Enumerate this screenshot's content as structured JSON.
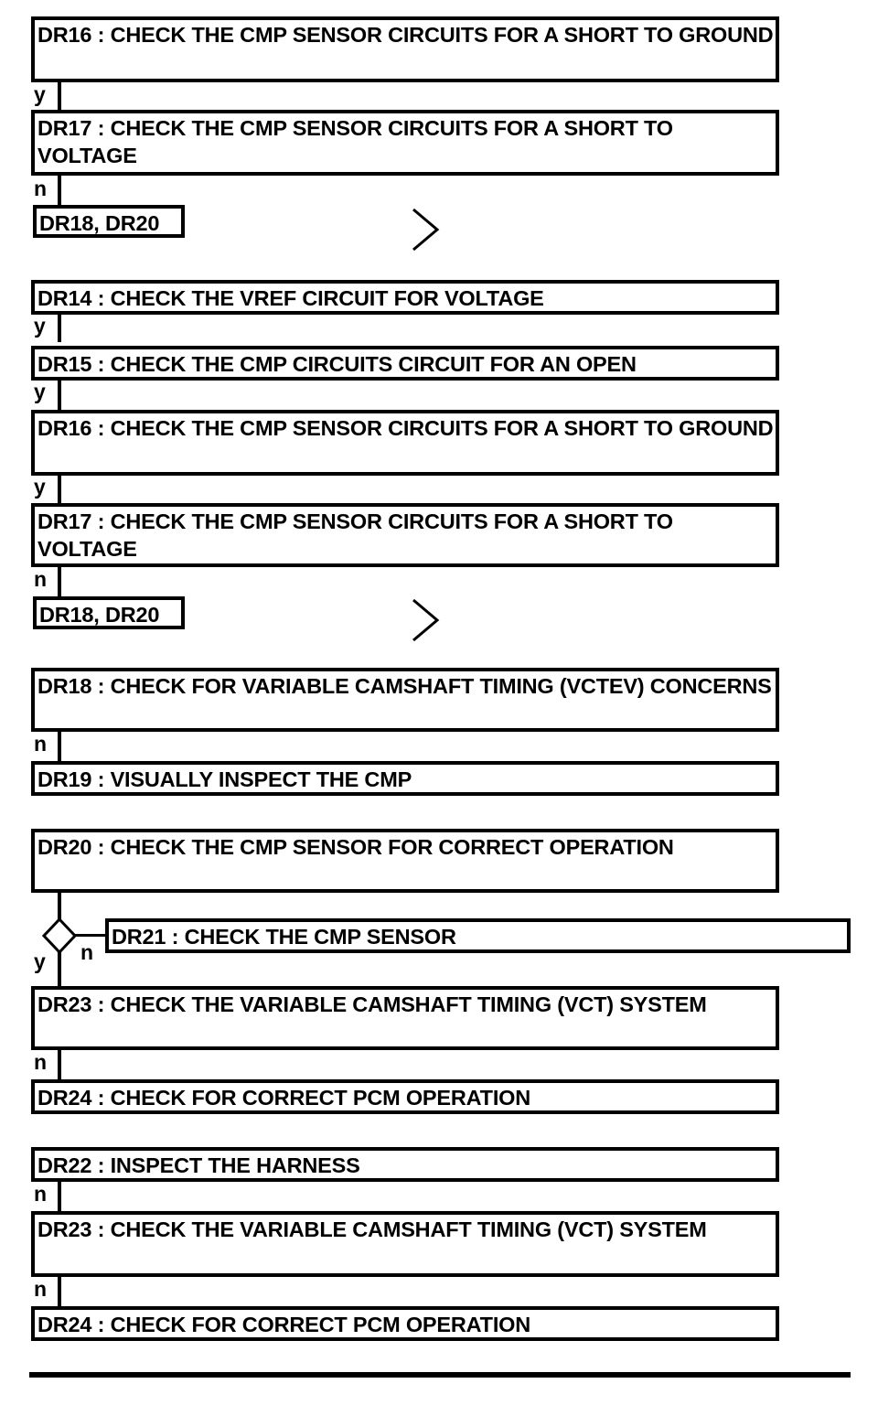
{
  "diagram": {
    "title": "CMP sensor diagnostic flowchart",
    "stroke_color": "#000000",
    "background_color": "#ffffff",
    "groups": [
      {
        "id": "group-1",
        "nodes": [
          {
            "id": "n1",
            "label": "DR16 : CHECK THE CMP SENSOR CIRCUITS FOR A SHORT TO GROUND"
          },
          {
            "id": "n2",
            "label": "DR17 : CHECK THE CMP SENSOR CIRCUITS FOR A SHORT TO VOLTAGE"
          },
          {
            "id": "n3",
            "label": "DR18, DR20"
          }
        ],
        "edge_labels": [
          "y",
          "n"
        ],
        "has_chevron": true
      },
      {
        "id": "group-2",
        "nodes": [
          {
            "id": "n4",
            "label": "DR14 : CHECK THE VREF CIRCUIT FOR VOLTAGE"
          },
          {
            "id": "n5",
            "label": "DR15 : CHECK THE CMP CIRCUITS CIRCUIT FOR AN OPEN"
          },
          {
            "id": "n6",
            "label": "DR16 : CHECK THE CMP SENSOR CIRCUITS FOR A SHORT TO GROUND"
          },
          {
            "id": "n7",
            "label": "DR17 : CHECK THE CMP SENSOR CIRCUITS FOR A SHORT TO VOLTAGE"
          },
          {
            "id": "n8",
            "label": "DR18, DR20"
          }
        ],
        "edge_labels": [
          "y",
          "y",
          "y",
          "n"
        ],
        "has_chevron": true
      },
      {
        "id": "group-3",
        "nodes": [
          {
            "id": "n9",
            "label": "DR18 : CHECK FOR VARIABLE CAMSHAFT TIMING (VCTEV) CONCERNS"
          },
          {
            "id": "n10",
            "label": "DR19 : VISUALLY INSPECT THE CMP"
          }
        ],
        "edge_labels": [
          "n"
        ],
        "has_chevron": false
      },
      {
        "id": "group-4",
        "nodes": [
          {
            "id": "n11",
            "label": "DR20 : CHECK THE CMP SENSOR FOR CORRECT OPERATION"
          },
          {
            "id": "n12",
            "label": "DR21 : CHECK THE CMP SENSOR"
          },
          {
            "id": "n13",
            "label": "DR23 : CHECK THE VARIABLE CAMSHAFT TIMING (VCT) SYSTEM"
          },
          {
            "id": "n14",
            "label": "DR24 : CHECK FOR CORRECT PCM OPERATION"
          }
        ],
        "edge_labels": [
          "y",
          "n",
          "n"
        ],
        "has_decision": true,
        "has_chevron": false
      },
      {
        "id": "group-5",
        "nodes": [
          {
            "id": "n15",
            "label": "DR22 : INSPECT THE HARNESS"
          },
          {
            "id": "n16",
            "label": "DR23 : CHECK THE VARIABLE CAMSHAFT TIMING (VCT) SYSTEM"
          },
          {
            "id": "n17",
            "label": "DR24 : CHECK FOR CORRECT PCM OPERATION"
          }
        ],
        "edge_labels": [
          "n",
          "n"
        ],
        "has_chevron": false
      }
    ],
    "text": {
      "n1": "DR16 : CHECK THE CMP SENSOR CIRCUITS FOR A SHORT TO GROUND",
      "n2": "DR17 : CHECK THE CMP SENSOR CIRCUITS FOR A SHORT TO VOLTAGE",
      "n3": "DR18, DR20",
      "n4": "DR14 : CHECK THE VREF CIRCUIT FOR VOLTAGE",
      "n5": "DR15 : CHECK THE CMP CIRCUITS CIRCUIT FOR AN OPEN",
      "n6": "DR16 : CHECK THE CMP SENSOR CIRCUITS FOR A SHORT TO GROUND",
      "n7": "DR17 : CHECK THE CMP SENSOR CIRCUITS FOR A SHORT TO VOLTAGE",
      "n8": "DR18, DR20",
      "n9": "DR18 : CHECK FOR VARIABLE CAMSHAFT TIMING (VCTEV) CONCERNS",
      "n10": "DR19 : VISUALLY INSPECT THE CMP",
      "n11": "DR20 : CHECK THE CMP SENSOR FOR CORRECT OPERATION",
      "n12": "DR21 : CHECK THE CMP SENSOR",
      "n13": "DR23 : CHECK THE VARIABLE CAMSHAFT TIMING (VCT) SYSTEM",
      "n14": "DR24 : CHECK FOR CORRECT PCM OPERATION",
      "n15": "DR22 : INSPECT THE HARNESS",
      "n16": "DR23 : CHECK THE VARIABLE CAMSHAFT TIMING (VCT) SYSTEM",
      "n17": "DR24 : CHECK FOR CORRECT PCM OPERATION"
    },
    "labels": {
      "e1": "y",
      "e2": "n",
      "e3": "y",
      "e4": "y",
      "e5": "y",
      "e6": "n",
      "e7": "n",
      "e8": "y",
      "e9": "n",
      "e10": "n",
      "e11": "n",
      "e12": "n"
    }
  }
}
